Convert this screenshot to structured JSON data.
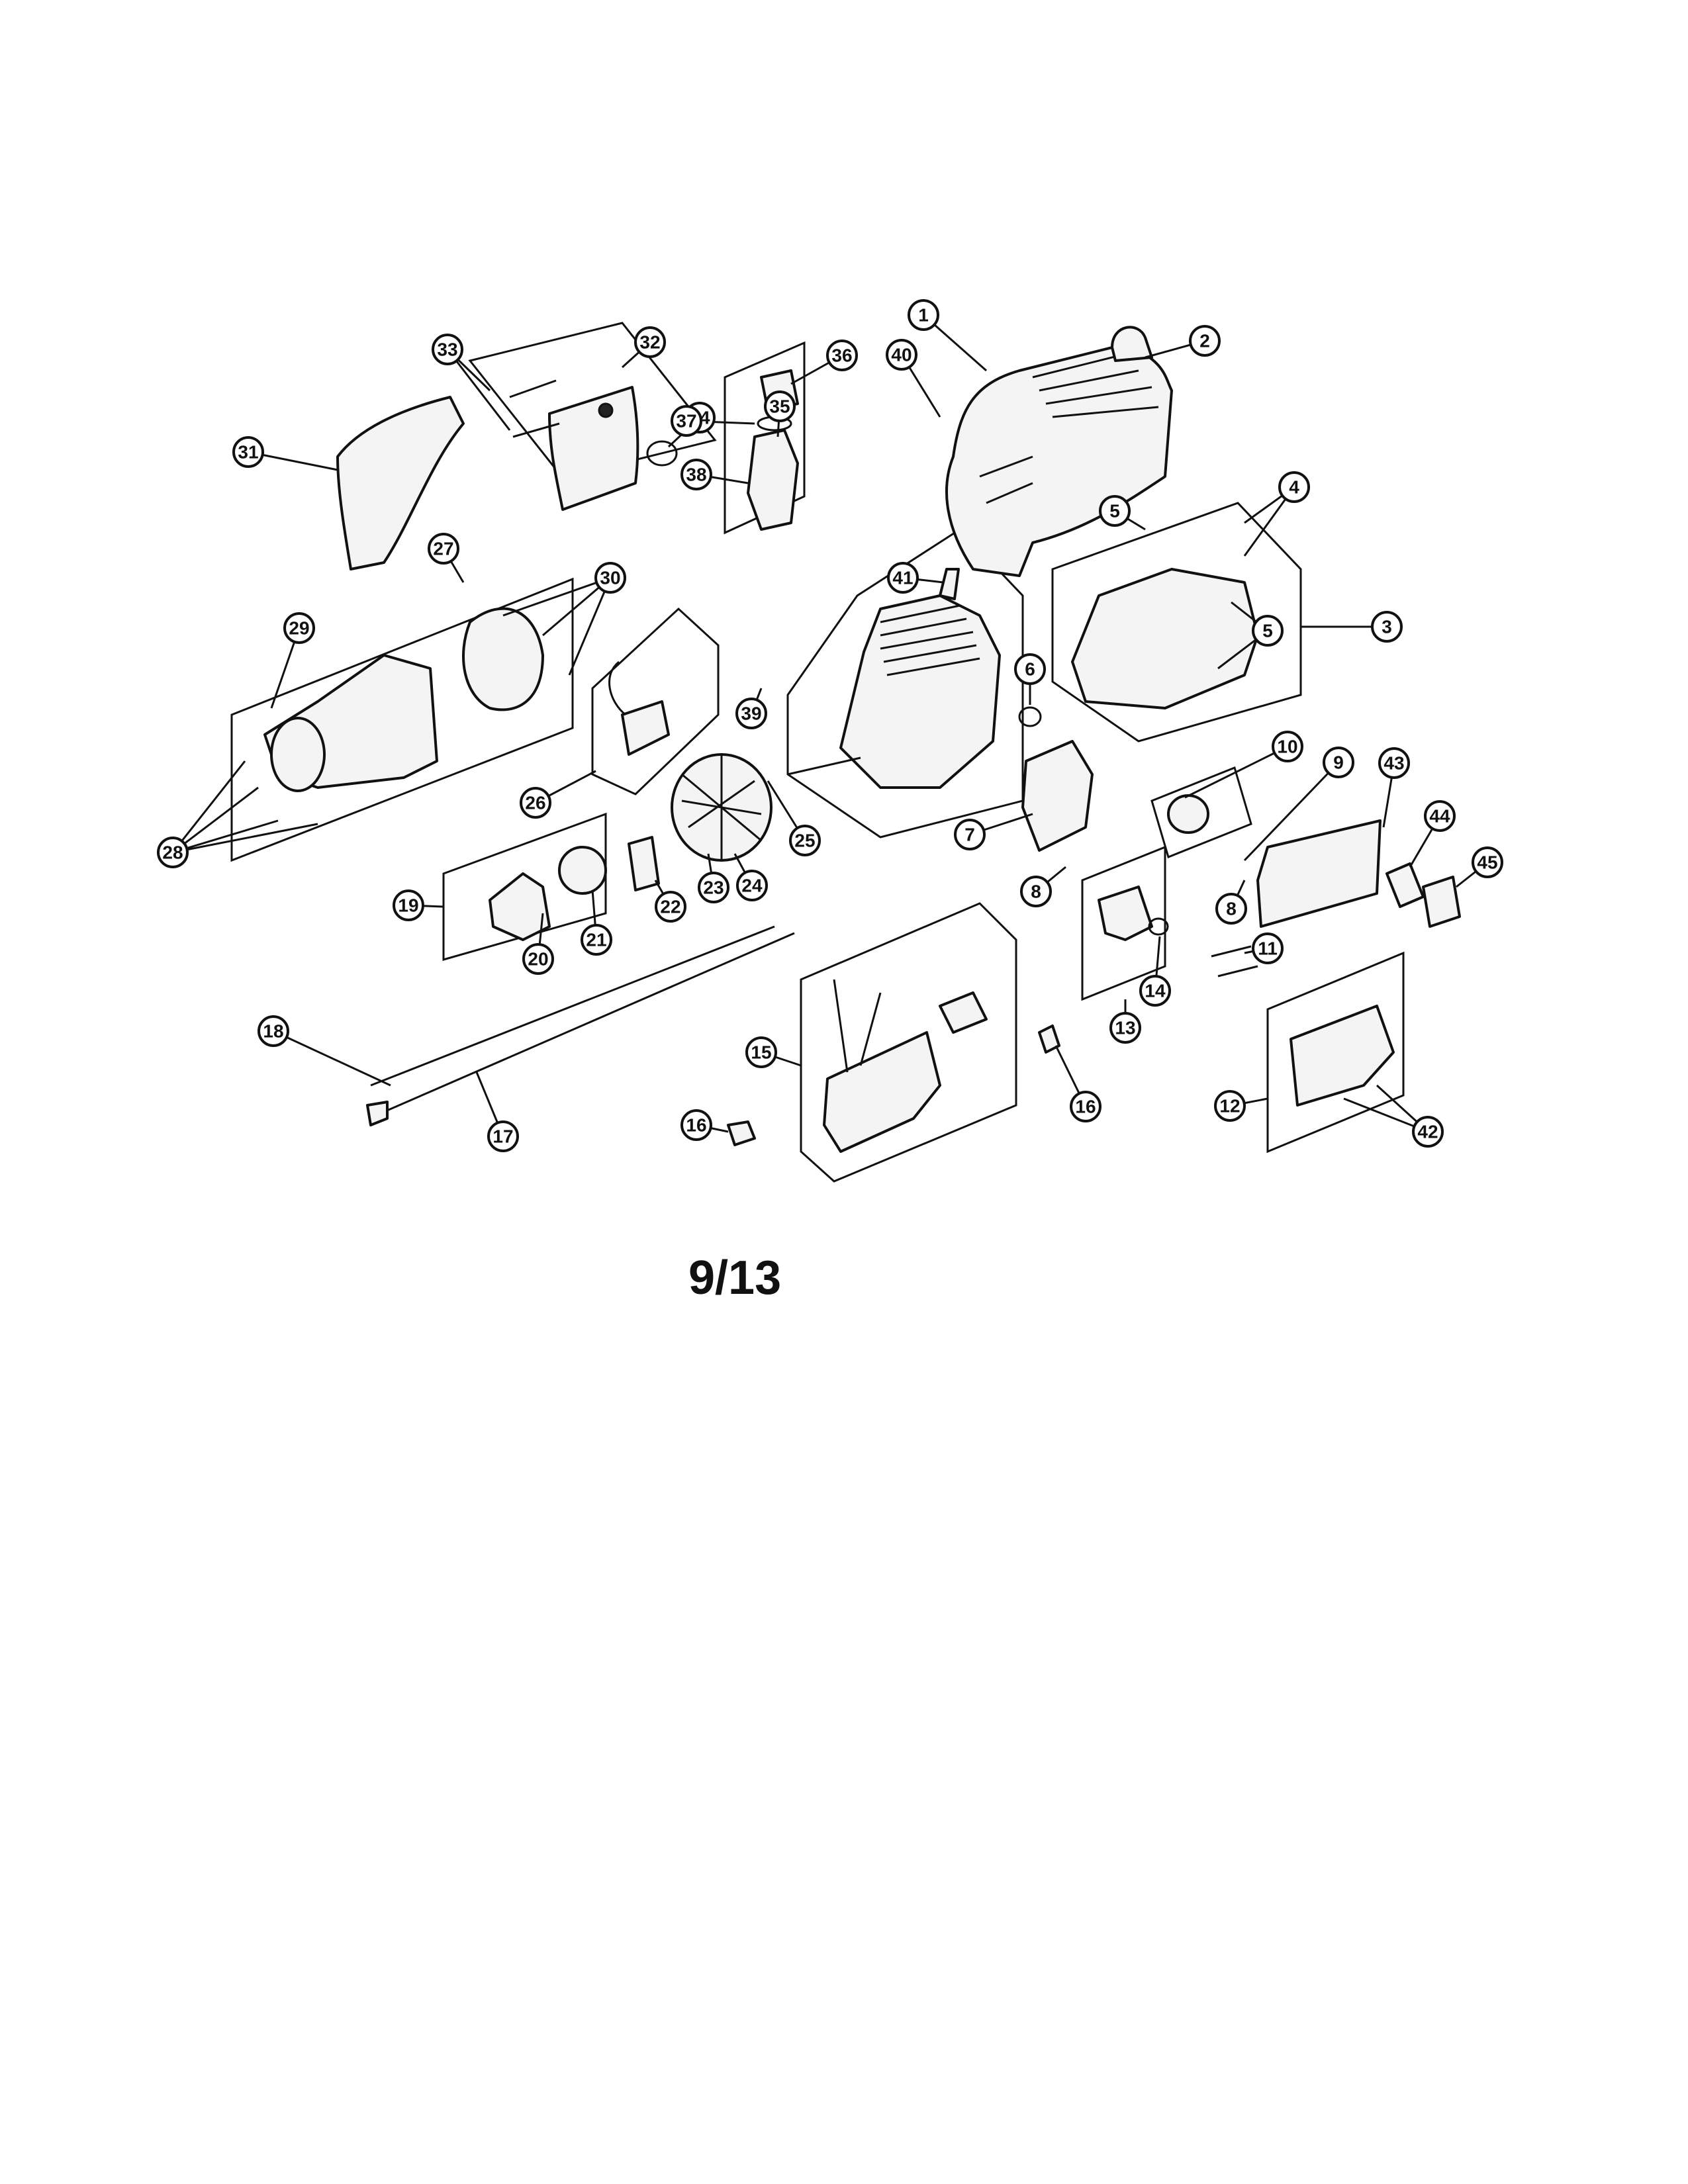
{
  "page": {
    "number": "9/13"
  },
  "callouts": [
    "1",
    "2",
    "3",
    "4",
    "5",
    "5",
    "5",
    "6",
    "7",
    "8",
    "8",
    "9",
    "10",
    "11",
    "12",
    "13",
    "14",
    "15",
    "16",
    "16",
    "17",
    "18",
    "19",
    "20",
    "21",
    "22",
    "23",
    "24",
    "25",
    "26",
    "27",
    "28",
    "29",
    "30",
    "31",
    "32",
    "33",
    "34",
    "35",
    "36",
    "37",
    "38",
    "39",
    "40",
    "41",
    "42",
    "43",
    "44",
    "45"
  ],
  "colors": {
    "ink": "#111111",
    "paper": "#ffffff",
    "part_fill": "#f4f4f4"
  }
}
